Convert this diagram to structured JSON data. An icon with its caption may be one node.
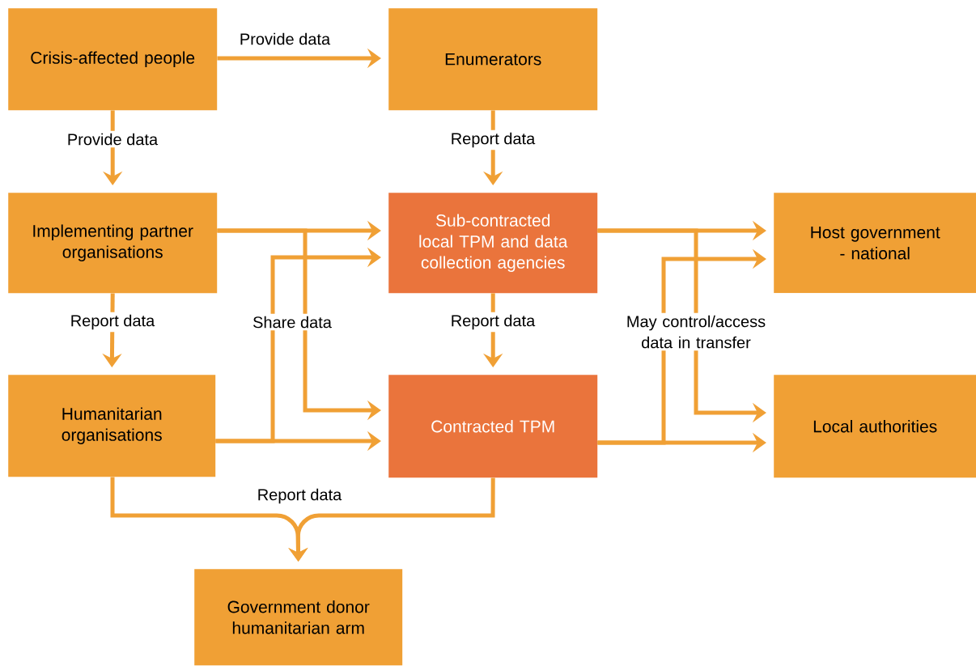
{
  "diagram": {
    "nodes": [
      {
        "text": [
          "Crisis-affected people"
        ]
      },
      {
        "text": [
          "Enumerators"
        ]
      },
      {
        "text": [
          "Implementing partner organisations"
        ]
      },
      {
        "text": [
          "Sub-contracted local TPM and data collection agencies"
        ]
      },
      {
        "text": [
          "Host government - national"
        ]
      },
      {
        "text": [
          "Humanitarian organisations"
        ]
      },
      {
        "text": [
          "Contracted TPM"
        ]
      },
      {
        "text": [
          "Local authorities"
        ]
      },
      {
        "text": [
          "Government donor humanitarian arm"
        ]
      }
    ],
    "edges": [
      {
        "from": 0,
        "to": 1,
        "arrow": "to",
        "label": "Provide data"
      },
      {
        "from": 0,
        "to": 2,
        "arrow": "to",
        "label": "Provide data"
      },
      {
        "from": 1,
        "to": 3,
        "arrow": "to",
        "label": "Report data"
      },
      {
        "from": 2,
        "to": 3,
        "arrow": "to"
      },
      {
        "from": 2,
        "to": 6,
        "arrow": "to"
      },
      {
        "from": 5,
        "to": 3,
        "arrow": "to",
        "label": "Share data"
      },
      {
        "from": 5,
        "to": 6,
        "arrow": "to"
      },
      {
        "from": 3,
        "to": 6,
        "arrow": "to",
        "label": "Report data"
      },
      {
        "from": 2,
        "to": 5,
        "arrow": "to",
        "label": "Report data"
      },
      {
        "from": 3,
        "to": 4,
        "arrow": "to"
      },
      {
        "from": 3,
        "to": 7,
        "arrow": "to"
      },
      {
        "from": 6,
        "to": 4,
        "arrow": "to",
        "label": "May control/access data in transfer"
      },
      {
        "from": 6,
        "to": 7,
        "arrow": "to"
      },
      {
        "from": 5,
        "to": 8,
        "arrow": "to",
        "label": "Report data"
      },
      {
        "from": 6,
        "to": 8,
        "arrow": "to"
      }
    ]
  }
}
